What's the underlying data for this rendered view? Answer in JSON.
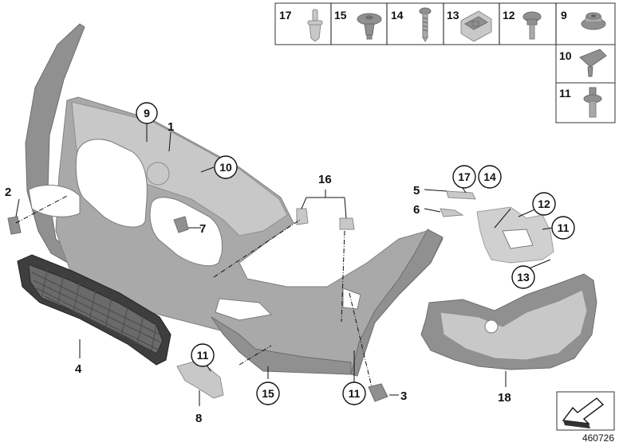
{
  "diagram": {
    "reference_number": "460726",
    "legend": {
      "top_row": [
        {
          "label": "17",
          "icon": "push-rivet-icon"
        },
        {
          "label": "15",
          "icon": "expanding-rivet-icon"
        },
        {
          "label": "14",
          "icon": "screw-icon"
        },
        {
          "label": "13",
          "icon": "clip-nut-icon"
        },
        {
          "label": "12",
          "icon": "collar-screw-icon"
        },
        {
          "label": "9",
          "icon": "flange-nut-icon"
        }
      ],
      "side_column": [
        {
          "label": "10",
          "icon": "spring-clip-icon"
        },
        {
          "label": "11",
          "icon": "bolt-icon"
        }
      ]
    },
    "callouts": {
      "c1": "1",
      "c2": "2",
      "c3": "3",
      "c4": "4",
      "c5": "5",
      "c6": "6",
      "c7": "7",
      "c8": "8",
      "c9": "9",
      "c10": "10",
      "c11a": "11",
      "c11b": "11",
      "c11c": "11",
      "c12": "12",
      "c13": "13",
      "c14": "14",
      "c15": "15",
      "c16": "16",
      "c17": "17",
      "c18": "18"
    }
  }
}
